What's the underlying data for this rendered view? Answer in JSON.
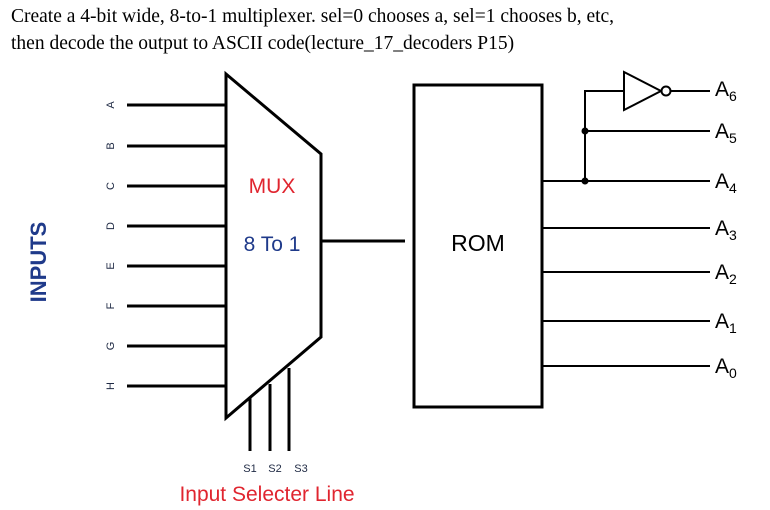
{
  "task": {
    "line1": "Create a 4-bit wide, 8-to-1 multiplexer. sel=0 chooses a, sel=1 chooses b, etc,",
    "line2": "then decode the output to ASCII code(lecture_17_decoders P15)"
  },
  "diagram": {
    "inputs_label": "INPUTS",
    "input_letters": [
      "A",
      "B",
      "C",
      "D",
      "E",
      "F",
      "G",
      "H"
    ],
    "mux_title": "MUX",
    "mux_subtitle": "8 To 1",
    "select_lines": [
      "S1",
      "S2",
      "S3"
    ],
    "selector_label": "Input Selecter Line",
    "rom_label": "ROM",
    "outputs": [
      {
        "letter": "A",
        "sub": "6"
      },
      {
        "letter": "A",
        "sub": "5"
      },
      {
        "letter": "A",
        "sub": "4"
      },
      {
        "letter": "A",
        "sub": "3"
      },
      {
        "letter": "A",
        "sub": "2"
      },
      {
        "letter": "A",
        "sub": "1"
      },
      {
        "letter": "A",
        "sub": "0"
      }
    ],
    "colors": {
      "line": "#000000",
      "mux_title": "#e0252f",
      "mux_subtitle": "#1f3a8a",
      "inputs_label": "#1f3a8a",
      "selector_label": "#e0252f",
      "small_labels": "#1f2a44"
    }
  }
}
